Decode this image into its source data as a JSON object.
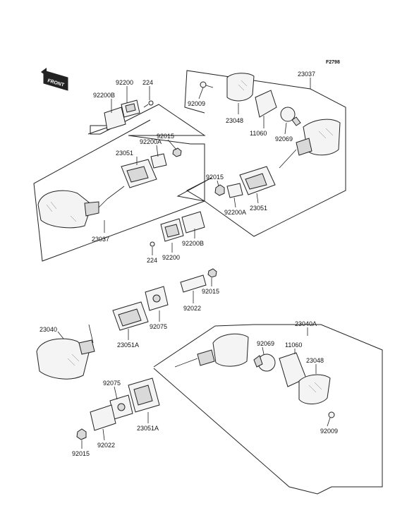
{
  "figure_code": "F2798",
  "front_badge": "FRONT",
  "labels": {
    "p92200_top": "92200",
    "p224_top": "224",
    "p92200B_top": "92200B",
    "p92015_a": "92015",
    "p92200A_a": "92200A",
    "p23051_a": "23051",
    "p23037_left": "23037",
    "p23037_right": "23037",
    "p92009_top": "92009",
    "p23048_top": "23048",
    "p11060_top": "11060",
    "p92069_top": "92069",
    "p92015_b": "92015",
    "p92200A_b": "92200A",
    "p23051_b": "23051",
    "p92200B_mid": "92200B",
    "p224_mid": "224",
    "p92200_mid": "92200",
    "p92015_c": "92015",
    "p92022_c": "92022",
    "p92075_c": "92075",
    "p23040": "23040",
    "p23051A_c": "23051A",
    "p23040A": "23040A",
    "p92069_bot": "92069",
    "p11060_bot": "11060",
    "p23048_bot": "23048",
    "p92075_d": "92075",
    "p23051A_d": "23051A",
    "p92022_d": "92022",
    "p92015_d": "92015",
    "p92009_bot": "92009"
  }
}
